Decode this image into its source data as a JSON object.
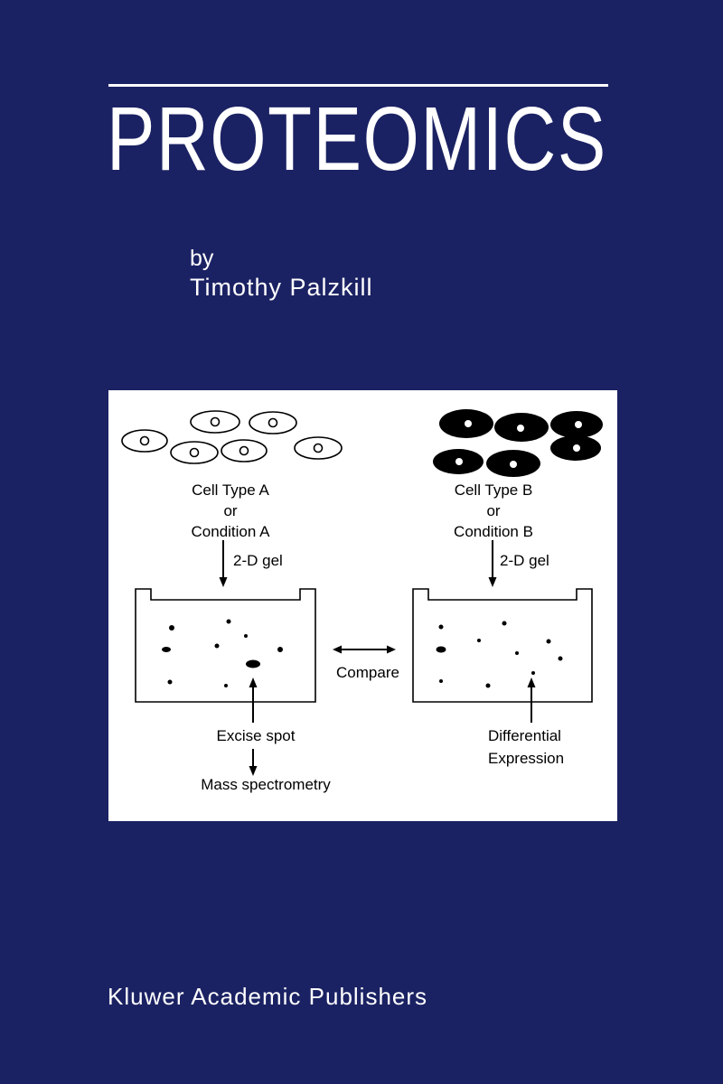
{
  "cover": {
    "title": "PROTEOMICS",
    "byline": "by",
    "author": "Timothy Palzkill",
    "publisher": "Kluwer Academic Publishers"
  },
  "colors": {
    "background": "#1b2263",
    "foreground": "#ffffff",
    "panel_bg": "#ffffff",
    "diagram_ink": "#000000"
  },
  "diagram": {
    "cell_a": [
      "Cell Type A",
      "or",
      "Condition A"
    ],
    "cell_b": [
      "Cell Type B",
      "or",
      "Condition B"
    ],
    "gel_label_left": "2-D gel",
    "gel_label_right": "2-D gel",
    "compare": "Compare",
    "excise": "Excise  spot",
    "mass_spec": "Mass spectrometry",
    "differential": [
      "Differential",
      "Expression"
    ]
  }
}
